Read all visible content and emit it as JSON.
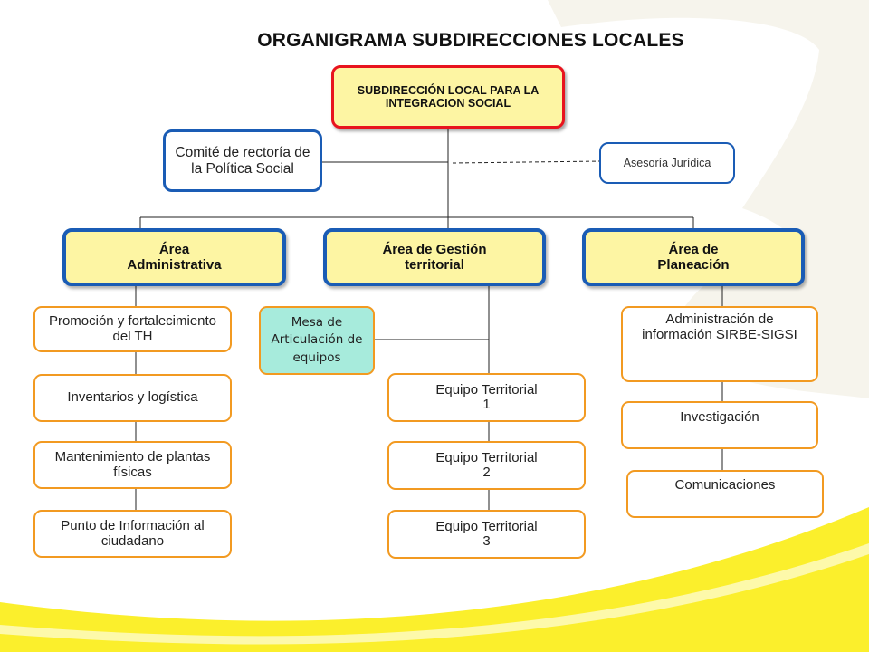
{
  "title": "ORGANIGRAMA SUBDIRECCIONES LOCALES",
  "colors": {
    "title_text": "#111111",
    "top_border": "#e8141e",
    "box_fill_yellow": "#fdf5a3",
    "blue_border": "#1a5cb5",
    "orange_border": "#f29a21",
    "mesa_fill": "#a7ebdc",
    "background_logo": "#f6f4ec",
    "bottom_swoosh": "#fbef2c"
  },
  "top": {
    "label": "SUBDIRECCIÓN LOCAL PARA LA INTEGRACION SOCIAL"
  },
  "comite": {
    "label": "Comité de rectoría de la Política Social"
  },
  "asesoria": {
    "label": "Asesoría Jurídica"
  },
  "areas": {
    "administrativa": "Área Administrativa",
    "gestion": "Área de Gestión territorial",
    "planeacion": "Área de Planeación"
  },
  "administrativa_units": [
    "Promoción y fortalecimiento del TH",
    "Inventarios y logística",
    "Mantenimiento de plantas físicas",
    "Punto de Información al ciudadano"
  ],
  "mesa": {
    "label": "Mesa de Articulación de equipos"
  },
  "gestion_units": [
    "Equipo Territorial 1",
    "Equipo Territorial 2",
    "Equipo Territorial 3"
  ],
  "planeacion_units": [
    "Administración de información SIRBE-SIGSI",
    "Investigación",
    "Comunicaciones"
  ]
}
